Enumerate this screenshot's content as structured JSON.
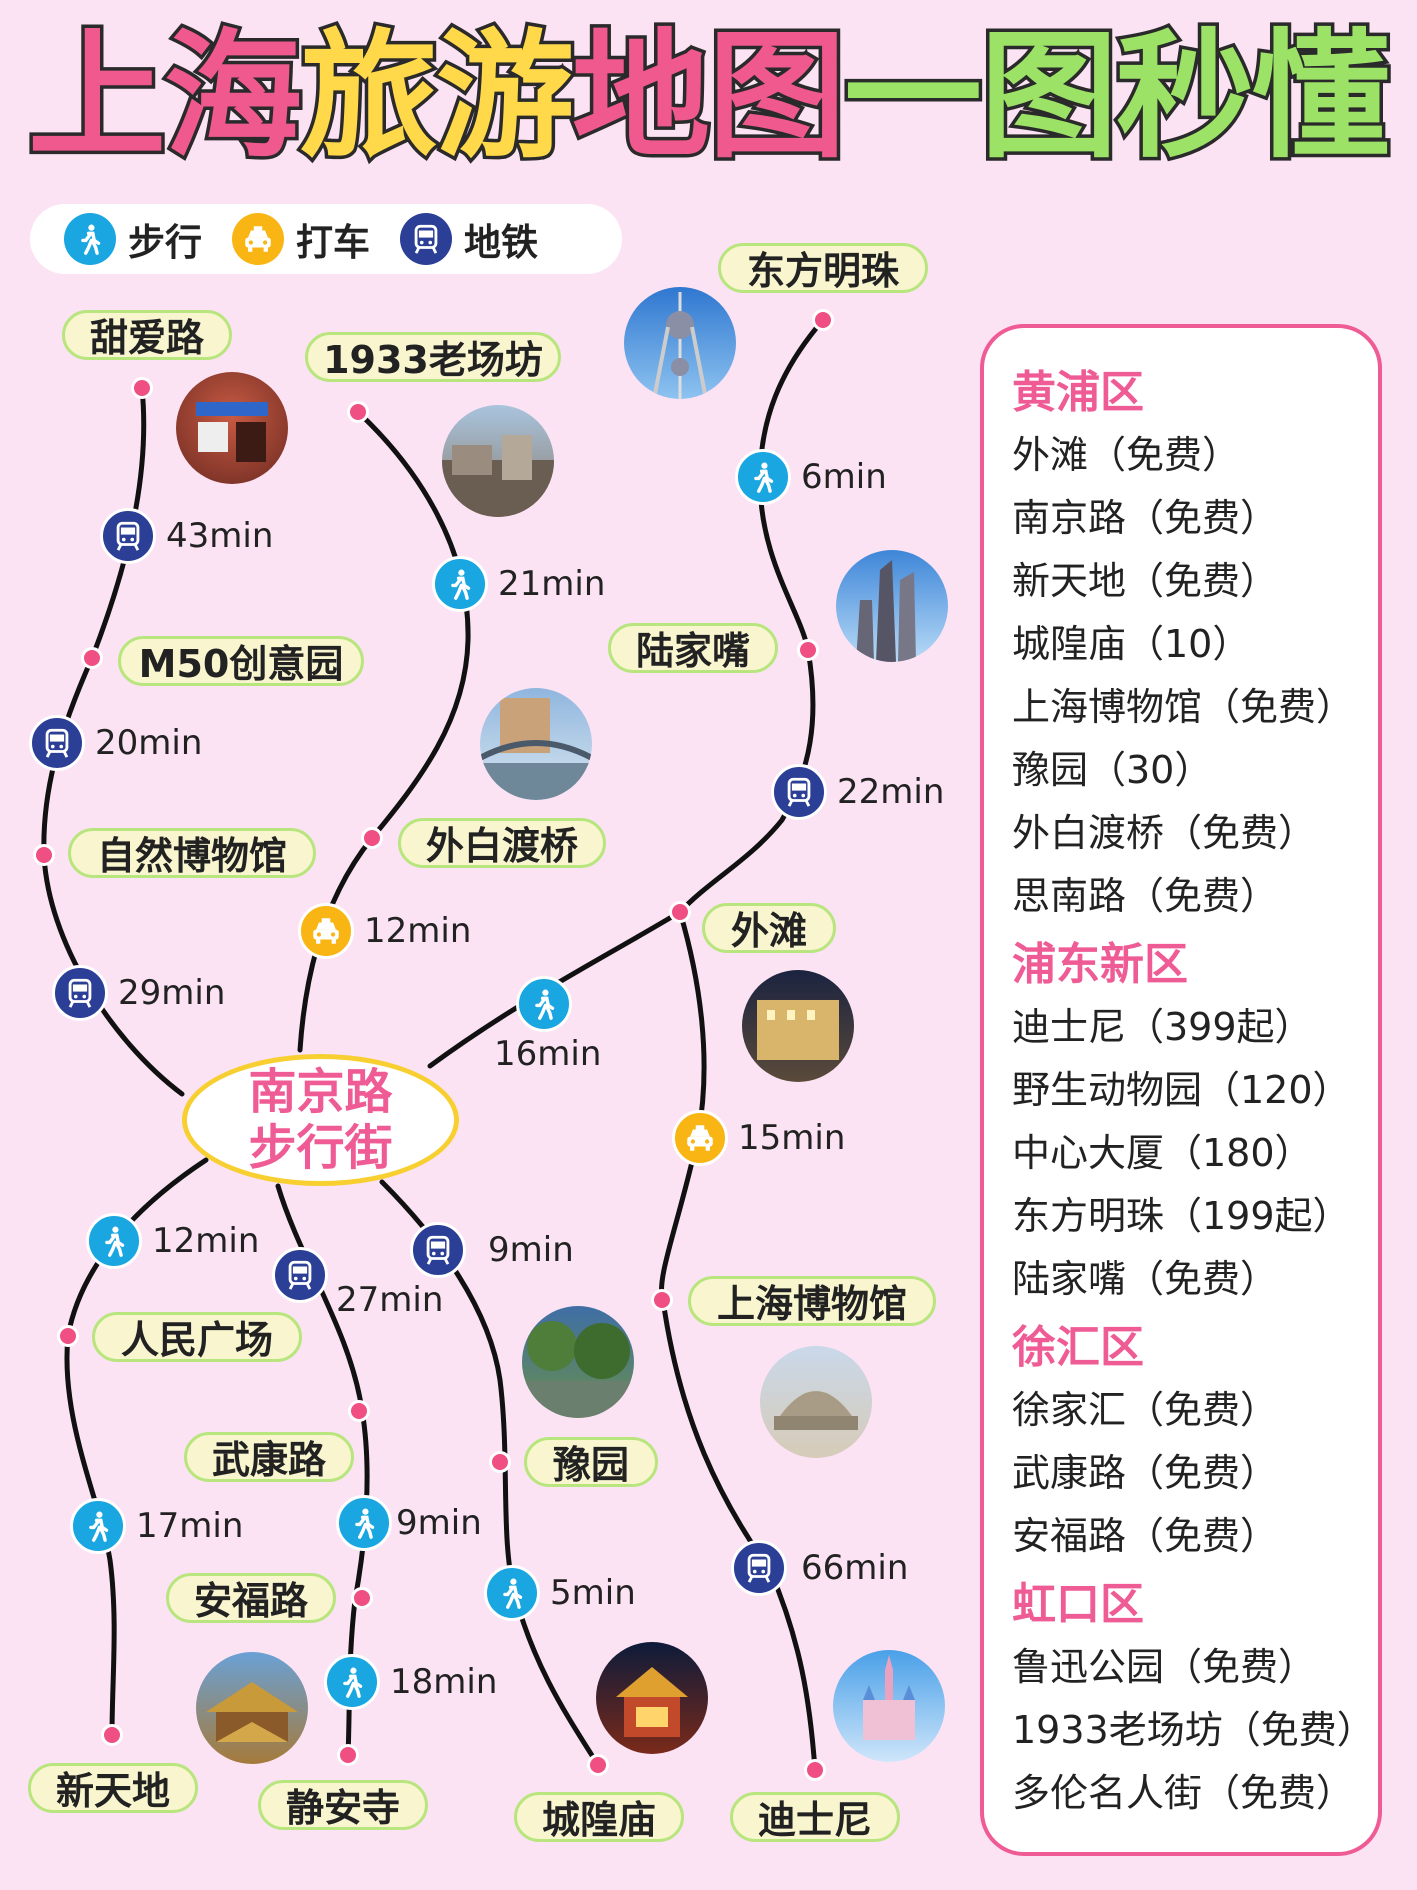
{
  "title": {
    "part1": "上海",
    "part2": "旅游",
    "part3": "地图",
    "part4": "一图秒懂"
  },
  "legend": {
    "walk": "步行",
    "taxi": "打车",
    "metro": "地铁"
  },
  "stations": {
    "tianailu": "甜爱路",
    "laochangfang": "1933老场坊",
    "dongfangmingzhu": "东方明珠",
    "m50": "M50创意园",
    "lujiazui": "陆家嘴",
    "ziran": "自然博物馆",
    "waibaidu": "外白渡桥",
    "waitan": "外滩",
    "renmin": "人民广场",
    "wukang": "武康路",
    "yuyuan": "豫园",
    "shbwg": "上海博物馆",
    "anfu": "安福路",
    "xintiandi": "新天地",
    "jingan": "静安寺",
    "chenghuang": "城隍庙",
    "disney": "迪士尼"
  },
  "hub": {
    "line1": "南京路",
    "line2": "步行街"
  },
  "segments": {
    "s43": "43min",
    "s20": "20min",
    "s29": "29min",
    "s21": "21min",
    "s12a": "12min",
    "s6": "6min",
    "s22": "22min",
    "s16": "16min",
    "s15": "15min",
    "s12b": "12min",
    "s27": "27min",
    "s9a": "9min",
    "s17": "17min",
    "s9b": "9min",
    "s18": "18min",
    "s5": "5min",
    "s66": "66min"
  },
  "panel": {
    "huangpu": {
      "name": "黄浦区",
      "spots": [
        "外滩（免费）",
        "南京路（免费）",
        "新天地（免费）",
        "城隍庙（10）",
        "上海博物馆（免费）",
        "豫园（30）",
        "外白渡桥（免费）",
        "思南路（免费）"
      ]
    },
    "pudong": {
      "name": "浦东新区",
      "spots": [
        "迪士尼（399起）",
        "野生动物园（120）",
        "中心大厦（180）",
        "东方明珠（199起）",
        "陆家嘴（免费）"
      ]
    },
    "xuhui": {
      "name": "徐汇区",
      "spots": [
        "徐家汇（免费）",
        "武康路（免费）",
        "安福路（免费）"
      ]
    },
    "hongkou": {
      "name": "虹口区",
      "spots": [
        "鲁迅公园（免费）",
        "1933老场坊（免费）",
        "多伦名人街（免费）"
      ]
    }
  },
  "colors": {
    "accent": "#ef5b95",
    "walk": "#1aa6e0",
    "taxi": "#f8b514",
    "metro": "#2c3f96",
    "label_bg": "#f9f6cf"
  }
}
